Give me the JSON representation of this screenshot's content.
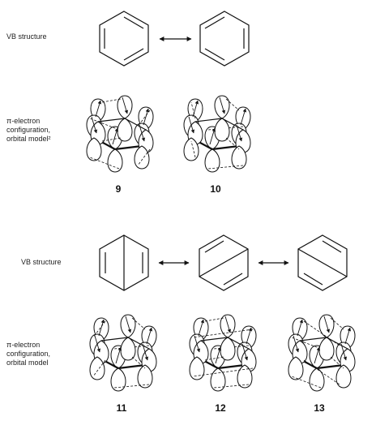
{
  "section1": {
    "vb_label": "VB structure",
    "orbital_label": [
      "π-electron",
      "configuration,",
      "orbital model²"
    ],
    "structures": [
      {
        "id": "kekule-a",
        "type": "kekule"
      },
      {
        "id": "kekule-b",
        "type": "kekule"
      }
    ],
    "numbers": [
      "9",
      "10"
    ]
  },
  "section2": {
    "vb_label": "VB structure",
    "orbital_label": [
      "π-electron",
      "configuration,",
      "orbital model"
    ],
    "structures": [
      {
        "id": "dewar-a",
        "type": "dewar"
      },
      {
        "id": "dewar-b",
        "type": "dewar"
      },
      {
        "id": "dewar-c",
        "type": "dewar"
      }
    ],
    "numbers": [
      "11",
      "12",
      "13"
    ]
  },
  "icons": {
    "resonance_arrow": "double-headed-arrow-icon",
    "spin_arrow": "electron-spin-arrow-icon",
    "p_orbital": "p-orbital-lobe-icon"
  },
  "colors": {
    "line": "#111111",
    "background": "#ffffff"
  }
}
